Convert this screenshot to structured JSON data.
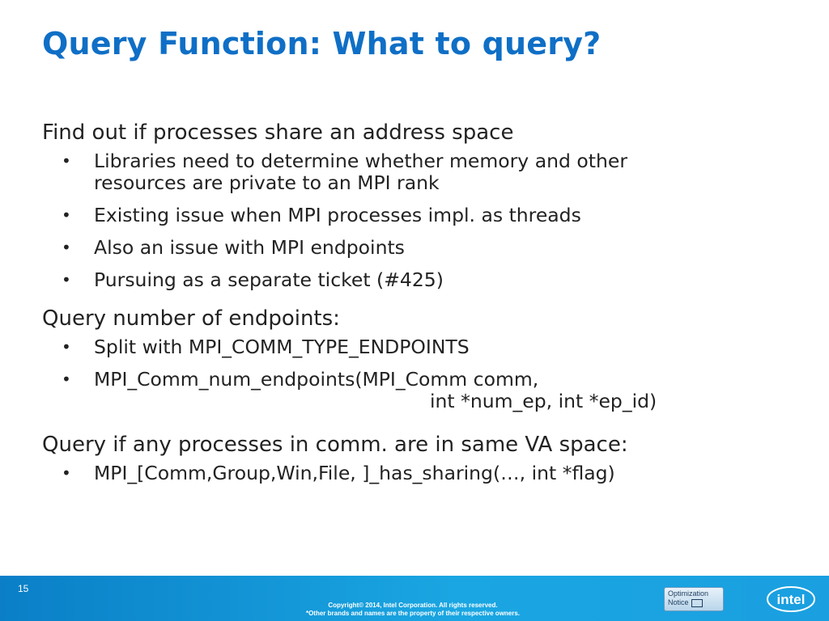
{
  "slide": {
    "title": "Query Function: What to query?",
    "sections": [
      {
        "heading": "Find out if processes share an address space",
        "bullets": [
          [
            "Libraries need to determine whether memory and other",
            "resources are private to an MPI rank"
          ],
          [
            "Existing issue when MPI processes impl. as threads"
          ],
          [
            "Also an issue with MPI endpoints"
          ],
          [
            "Pursuing as a separate ticket (#425)"
          ]
        ]
      },
      {
        "heading": "Query number of endpoints:",
        "bullets": [
          [
            "Split with MPI_COMM_TYPE_ENDPOINTS"
          ],
          [
            "MPI_Comm_num_endpoints(MPI_Comm comm,",
            "int *num_ep, int *ep_id)"
          ]
        ]
      },
      {
        "heading": "Query if any processes in comm. are in same VA space:",
        "bullets": [
          [
            "MPI_[Comm,Group,Win,File, ]_has_sharing(…, int *flag)"
          ]
        ]
      }
    ],
    "bullet_glyph": "•"
  },
  "footer": {
    "page_number": "15",
    "copyright_line1": "Copyright© 2014, Intel Corporation. All rights reserved.",
    "copyright_line2": "*Other brands and names are the property of their respective owners.",
    "optimization_notice_line1": "Optimization",
    "optimization_notice_line2": "Notice",
    "logo_text": "intel",
    "bar_color": "#1a9fe0"
  },
  "colors": {
    "title": "#0f6fc6",
    "body_text": "#222222"
  }
}
